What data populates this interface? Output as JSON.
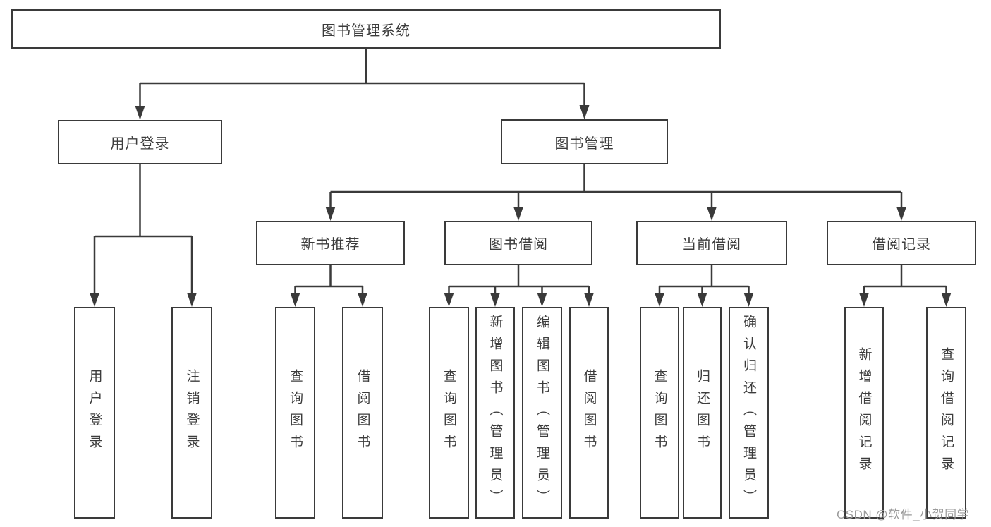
{
  "tree": {
    "root": "图书管理系统",
    "login_branch": {
      "label": "用户登录",
      "children": [
        "用户登录",
        "注销登录"
      ]
    },
    "management_branch": {
      "label": "图书管理",
      "modules": [
        {
          "label": "新书推荐",
          "children": [
            "查询图书",
            "借阅图书"
          ]
        },
        {
          "label": "图书借阅",
          "children": [
            "查询图书",
            "新增图书（管理员）",
            "编辑图书（管理员）",
            "借阅图书"
          ]
        },
        {
          "label": "当前借阅",
          "children": [
            "查询图书",
            "归还图书",
            "确认归还（管理员）"
          ]
        },
        {
          "label": "借阅记录",
          "children": [
            "新增借阅记录",
            "查询借阅记录"
          ]
        }
      ]
    }
  },
  "watermark": {
    "text": "CSDN @软件_小贺同学"
  },
  "colors": {
    "line": "#3a3a3a",
    "box_border": "#3a3a3a",
    "text": "#3c3c3c",
    "watermark": "#9b9b9b",
    "background": "#ffffff"
  }
}
